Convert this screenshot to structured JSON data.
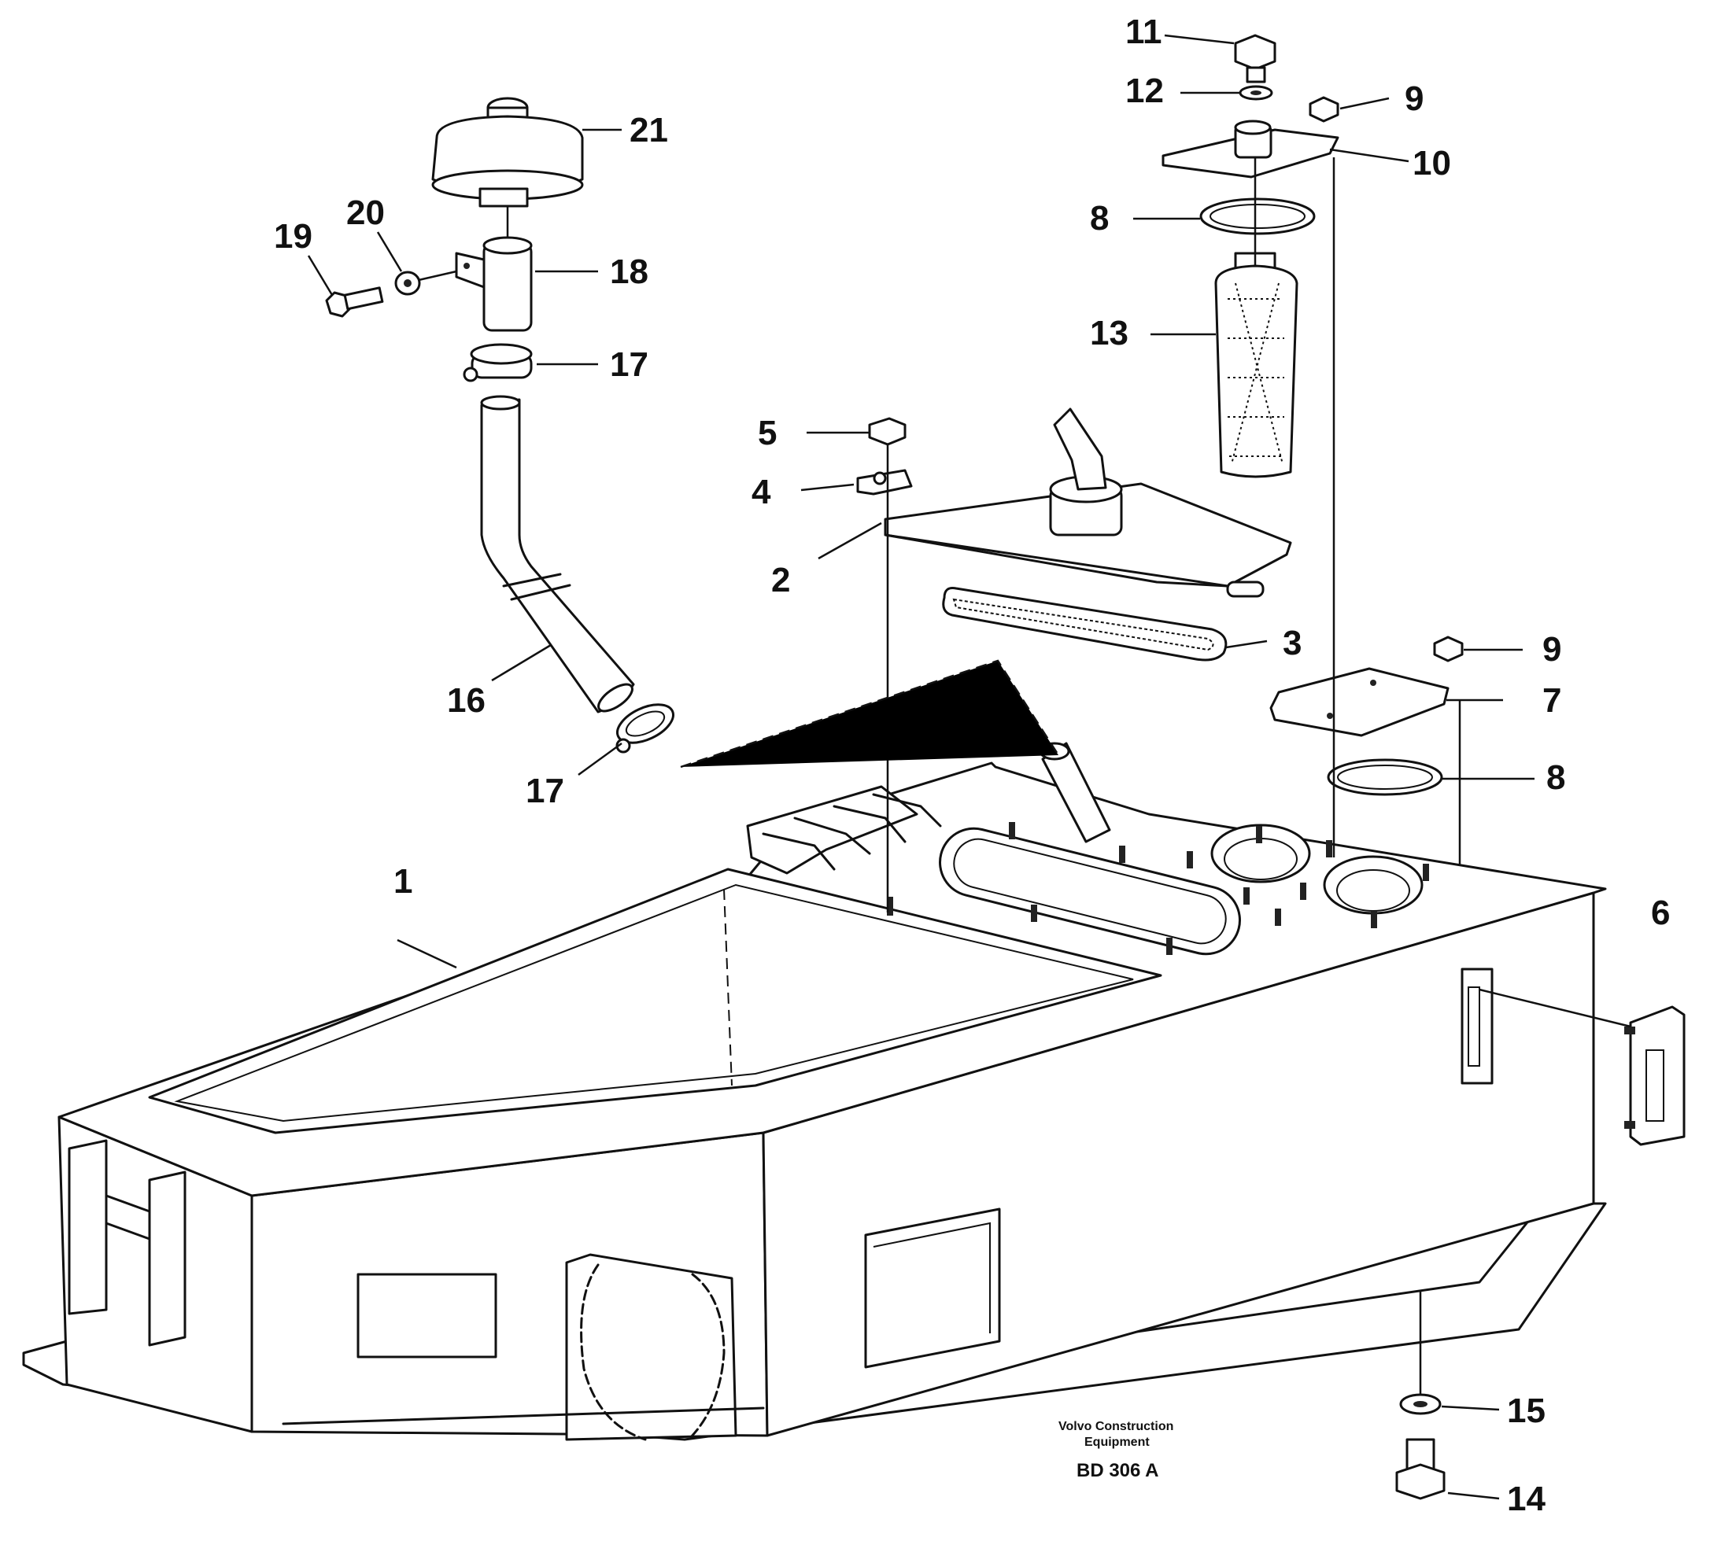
{
  "callouts": {
    "c1": "1",
    "c2": "2",
    "c3": "3",
    "c4": "4",
    "c5": "5",
    "c6": "6",
    "c7": "7",
    "c8a": "8",
    "c8b": "8",
    "c9a": "9",
    "c9b": "9",
    "c10": "10",
    "c11": "11",
    "c12": "12",
    "c13": "13",
    "c14": "14",
    "c15": "15",
    "c16": "16",
    "c17a": "17",
    "c17b": "17",
    "c18": "18",
    "c19": "19",
    "c20": "20",
    "c21": "21"
  },
  "footer": {
    "manufacturer_line1": "Volvo Construction",
    "manufacturer_line2": "Equipment",
    "drawing_code": "BD 306 A"
  }
}
